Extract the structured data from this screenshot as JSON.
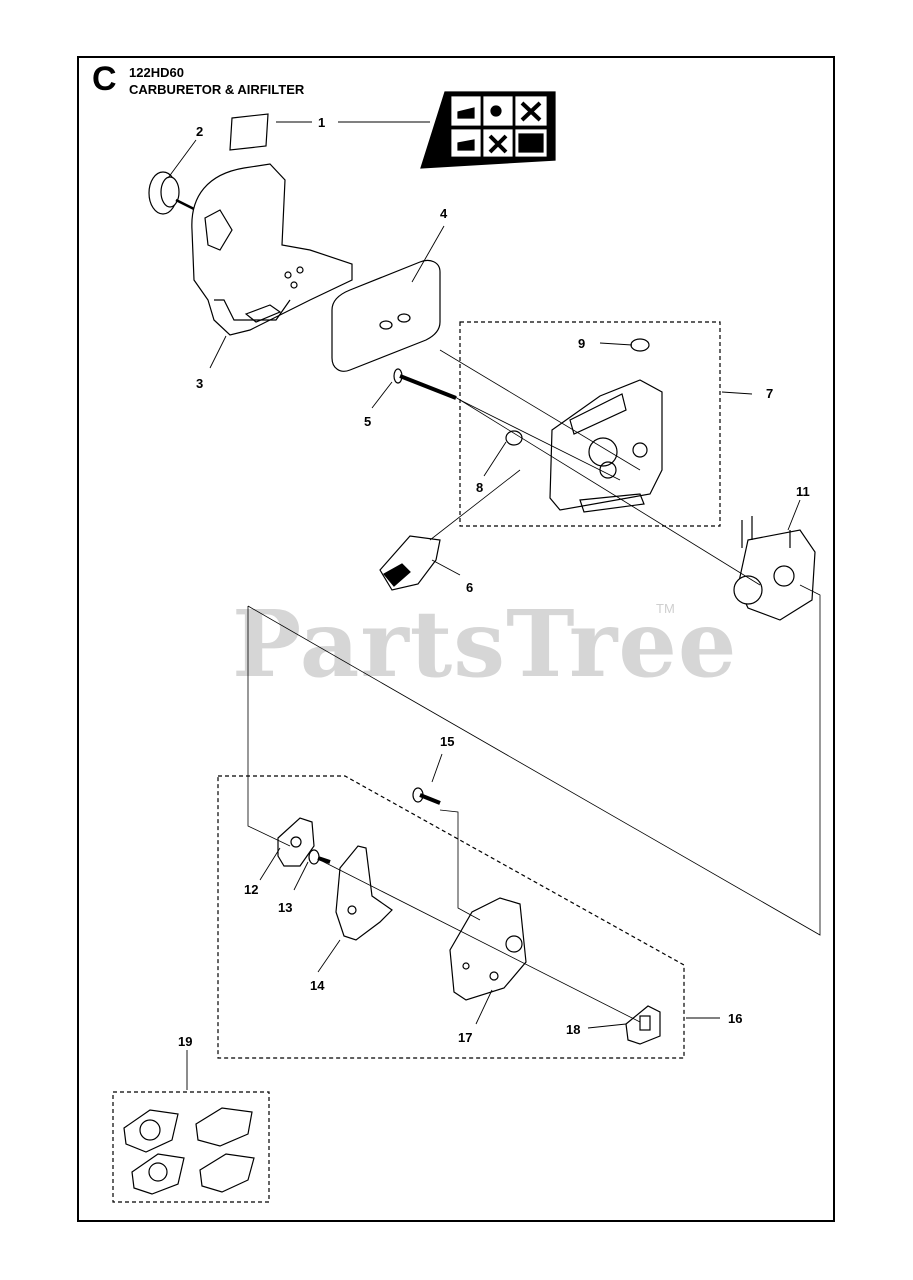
{
  "header": {
    "section_letter": "C",
    "model": "122HD60",
    "title": "CARBURETOR & AIRFILTER"
  },
  "watermark": {
    "text": "PartsTree",
    "trademark": "TM",
    "color": "#d6d6d6"
  },
  "callouts": [
    "1",
    "2",
    "3",
    "4",
    "5",
    "6",
    "7",
    "8",
    "9",
    "11",
    "12",
    "13",
    "14",
    "15",
    "16",
    "17",
    "18",
    "19"
  ],
  "colors": {
    "line": "#000000",
    "fill": "#ffffff",
    "decal_fill": "#000000"
  }
}
